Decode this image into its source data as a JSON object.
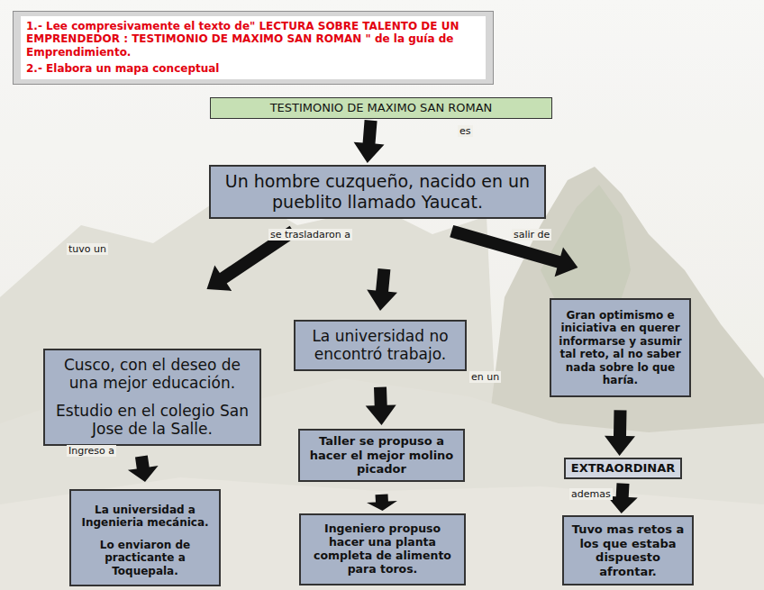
{
  "diagram": {
    "nodes": [
      {
        "text": [
          "1.- Lee compresivamente el texto de\" LECTURA SOBRE TALENTO DE UN EMPRENDEDOR : TESTIMONIO DE MAXIMO SAN ROMAN \" de la guía de Emprendimiento.",
          "2.- Elabora un mapa conceptual"
        ]
      },
      {
        "text": [
          "TESTIMONIO DE MAXIMO SAN ROMAN"
        ]
      },
      {
        "text": [
          "Un hombre cuzqueño, nacido en un pueblito llamado Yaucat."
        ]
      },
      {
        "text": [
          "Cusco, con el deseo de una mejor educación.",
          "Estudio en el colegio San Jose de la Salle."
        ]
      },
      {
        "text": [
          "La universidad no encontró trabajo."
        ]
      },
      {
        "text": [
          "Gran optimismo e iniciativa en querer informarse y asumir tal reto, al no saber nada sobre lo que haría."
        ]
      },
      {
        "text": [
          "La universidad a Ingenieria mecánica.",
          "Lo enviaron de practicante a Toquepala."
        ]
      },
      {
        "text": [
          "Taller se propuso a hacer el mejor molino picador"
        ]
      },
      {
        "text": [
          "Ingeniero propuso hacer una planta completa de alimento para toros."
        ]
      },
      {
        "text": [
          "EXTRAORDINAR"
        ]
      },
      {
        "text": [
          "Tuvo mas retos a los que estaba dispuesto afrontar."
        ]
      }
    ],
    "edges": [
      {
        "from": 1,
        "to": 2,
        "arrow": "to",
        "label": "es"
      },
      {
        "from": 2,
        "to": 3,
        "arrow": "to",
        "label": "se trasladaron a"
      },
      {
        "from": 2,
        "to": 4,
        "arrow": "to"
      },
      {
        "from": 2,
        "to": 5,
        "arrow": "to",
        "label": "salir de"
      },
      {
        "from": 3,
        "to": 6,
        "arrow": "to",
        "label": "Ingreso a"
      },
      {
        "from": 4,
        "to": 7,
        "arrow": "to",
        "label": "en un"
      },
      {
        "from": 7,
        "to": 8,
        "arrow": "to"
      },
      {
        "from": 5,
        "to": 9,
        "arrow": "to"
      },
      {
        "from": 9,
        "to": 10,
        "arrow": "to",
        "label": "ademas"
      }
    ],
    "labels": [
      "tuvo un"
    ]
  }
}
